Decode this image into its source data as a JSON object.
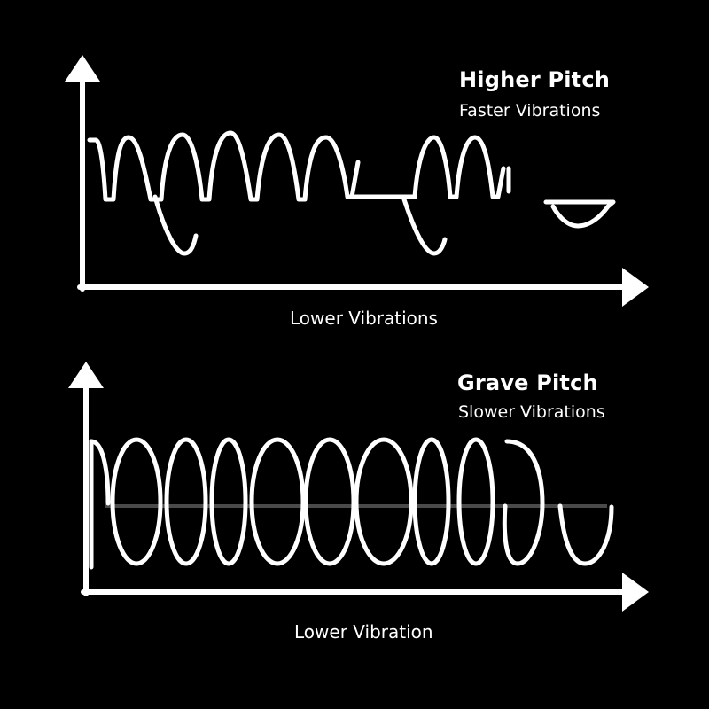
{
  "colors": {
    "background": "#000000",
    "foreground": "#ffffff"
  },
  "panels": {
    "top": {
      "title": "Higher Pitch",
      "subtitle": "Faster Vibrations",
      "x_caption": "Lower Vibrations"
    },
    "bottom": {
      "title": "Grave Pitch",
      "subtitle": "Slower Vibrations",
      "x_caption": "Lower Vibration"
    }
  }
}
